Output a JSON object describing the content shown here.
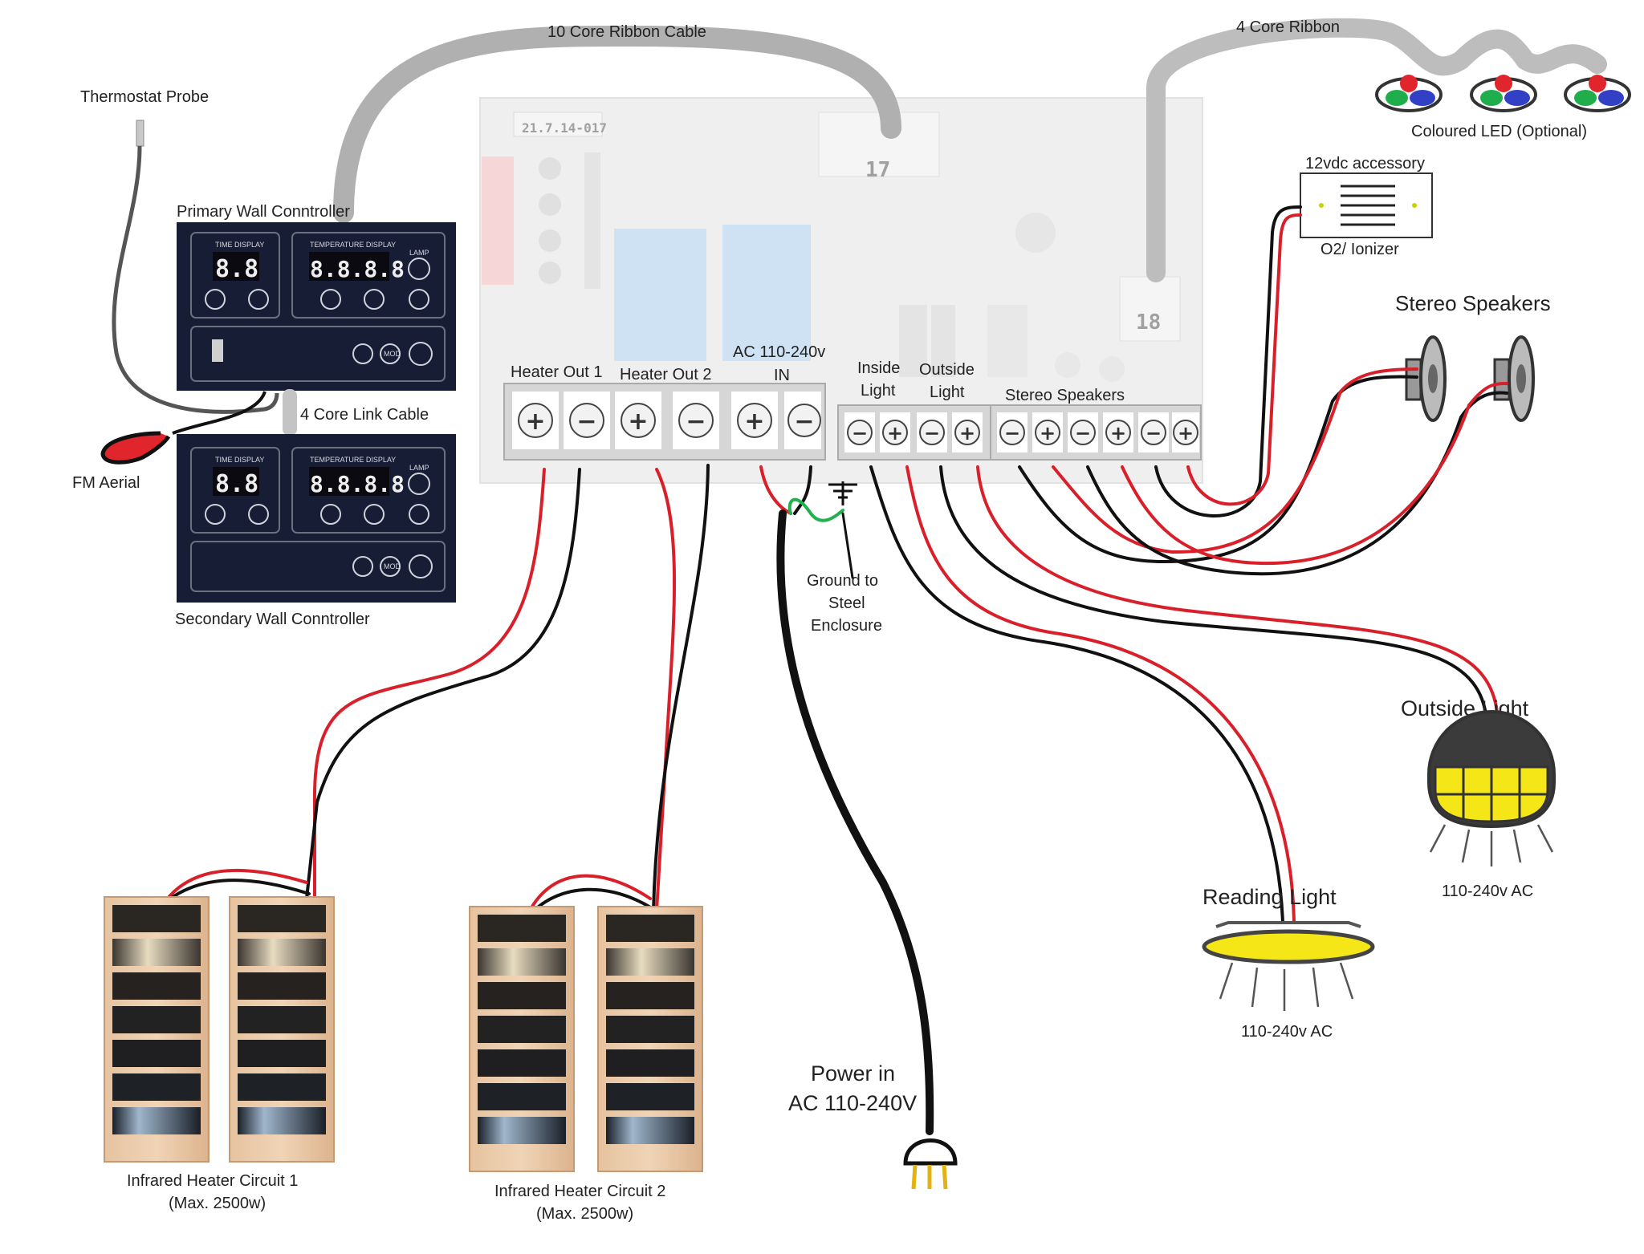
{
  "labels": {
    "ribbon10": "10 Core Ribbon Cable",
    "ribbon4": "4 Core Ribbon",
    "thermostat": "Thermostat Probe",
    "primary_controller": "Primary Wall Conntroller",
    "secondary_controller": "Secondary Wall Conntroller",
    "link_cable": "4 Core Link Cable",
    "fm_aerial": "FM Aerial",
    "heater_out_1": "Heater Out 1",
    "heater_out_2": "Heater Out 2",
    "ac_in_line1": "AC 110-240v",
    "ac_in_line2": "IN",
    "inside_light_line1": "Inside",
    "inside_light_line2": "Light",
    "outside_light_term_line1": "Outside",
    "outside_light_term_line2": "Light",
    "stereo_term": "Stereo Speakers",
    "coloured_led": "Coloured LED (Optional)",
    "accessory_top": "12vdc accessory",
    "accessory_bottom": "O2/ Ionizer",
    "stereo_speakers": "Stereo Speakers",
    "ground_line1": "Ground to",
    "ground_line2": "Steel",
    "ground_line3": "Enclosure",
    "outside_light": "Outside   Light",
    "outside_light_voltage": "110-240v AC",
    "reading_light": "Reading   Light",
    "reading_light_voltage": "110-240v AC",
    "power_in_line1": "Power in",
    "power_in_line2": "AC 110-240V",
    "heater1_line1": "Infrared Heater Circuit 1",
    "heater1_line2": "(Max. 2500w)",
    "heater2_line1": "Infrared Heater Circuit 2",
    "heater2_line2": "(Max. 2500w)"
  },
  "board": {
    "connector_17": "17",
    "connector_18": "18",
    "stamp": "21.7.14-017"
  },
  "controller": {
    "time_display": "TIME DISPLAY",
    "temp_display": "TEMPERATURE  DISPLAY",
    "lamp": "LAMP",
    "time_value": "8.8",
    "temp_value": "8.8.8.8",
    "mod": "MOD"
  },
  "terminals": {
    "plus": "+",
    "minus": "−"
  },
  "colors": {
    "wire_red": "#d9202a",
    "wire_black": "#111111",
    "wire_green": "#22b14c",
    "ribbon_grey": "#b0b0b0",
    "controller_bg": "#161d34",
    "lamp_yellow": "#f5e617"
  }
}
